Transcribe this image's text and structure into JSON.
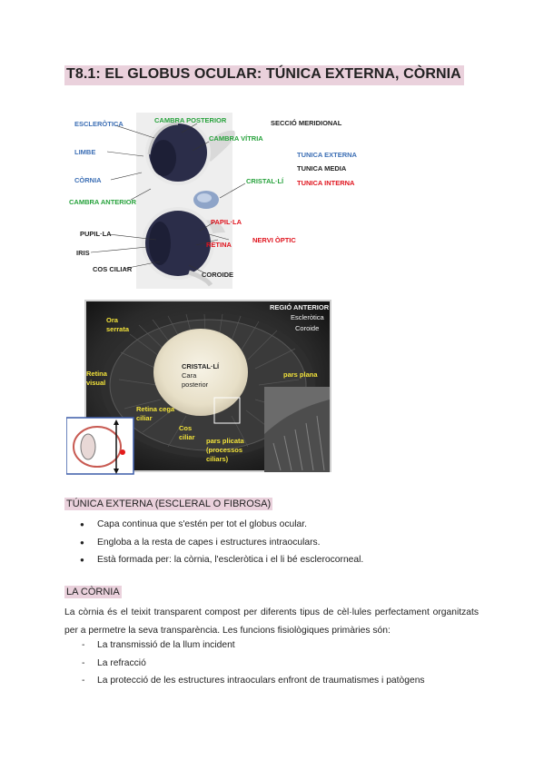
{
  "title": "T8.1: EL GLOBUS OCULAR: TÚNICA EXTERNA, CÒRNIA",
  "figure1": {
    "esclerotica": "ESCLERÒTICA",
    "limbe": "LIMBE",
    "cornia": "CÒRNIA",
    "cambra_anterior": "CAMBRA ANTERIOR",
    "cambra_posterior": "CAMBRA POSTERIOR",
    "cambra_vitria": "CAMBRA VÍTRIA",
    "cristal_li": "CRISTAL·LÍ",
    "papil_la": "PAPIL·LA",
    "retina": "RETINA",
    "nervi_optic": "NERVI ÒPTIC",
    "coroide": "COROIDE",
    "pupil_la": "PUPIL·LA",
    "iris": "IRIS",
    "cos_ciliar": "COS CILIAR",
    "seccio_meridional": "SECCIÓ MERIDIONAL",
    "legend": {
      "externa": "TUNICA EXTERNA",
      "media": "TUNICA MEDIA",
      "interna": "TUNICA INTERNA"
    },
    "colors": {
      "externa": "#3d6fb5",
      "media": "#222222",
      "interna": "#e0141e",
      "other": "#27a23c"
    }
  },
  "figure2": {
    "regio_anterior": "REGIÓ ANTERIOR",
    "esclerotica": "Escleròtica",
    "coroide": "Coroide",
    "ora_serrata": [
      "Ora",
      "serrata"
    ],
    "retina_visual": [
      "Retina",
      "visual"
    ],
    "cristal_li": [
      "CRISTAL·LÍ",
      "Cara",
      "posterior"
    ],
    "pars_plana": "pars plana",
    "retina_cega": [
      "Retina cega",
      "ciliar"
    ],
    "cos_ciliar": [
      "Cos",
      "ciliar"
    ],
    "pars_plicata": [
      "pars plicata",
      "(processos",
      "ciliars)"
    ]
  },
  "section1": {
    "heading": "TÚNICA EXTERNA (ESCLERAL O FIBROSA)",
    "bullets": [
      "Capa continua que s'estén per tot el globus ocular.",
      "Engloba a la resta de capes i estructures intraoculars.",
      "Està formada per: la còrnia, l'escleròtica i el li bé esclerocorneal."
    ]
  },
  "section2": {
    "heading": "LA CÒRNIA",
    "paragraph": "La còrnia és el teixit transparent compost per diferents tipus de cèl·lules perfectament organitzats per a permetre la seva transparència. Les funcions fisiològiques primàries són:",
    "items": [
      "La transmissió de la llum incident",
      "La refracció",
      "La protecció de les estructures intraoculars enfront de traumatismes i patògens"
    ]
  }
}
